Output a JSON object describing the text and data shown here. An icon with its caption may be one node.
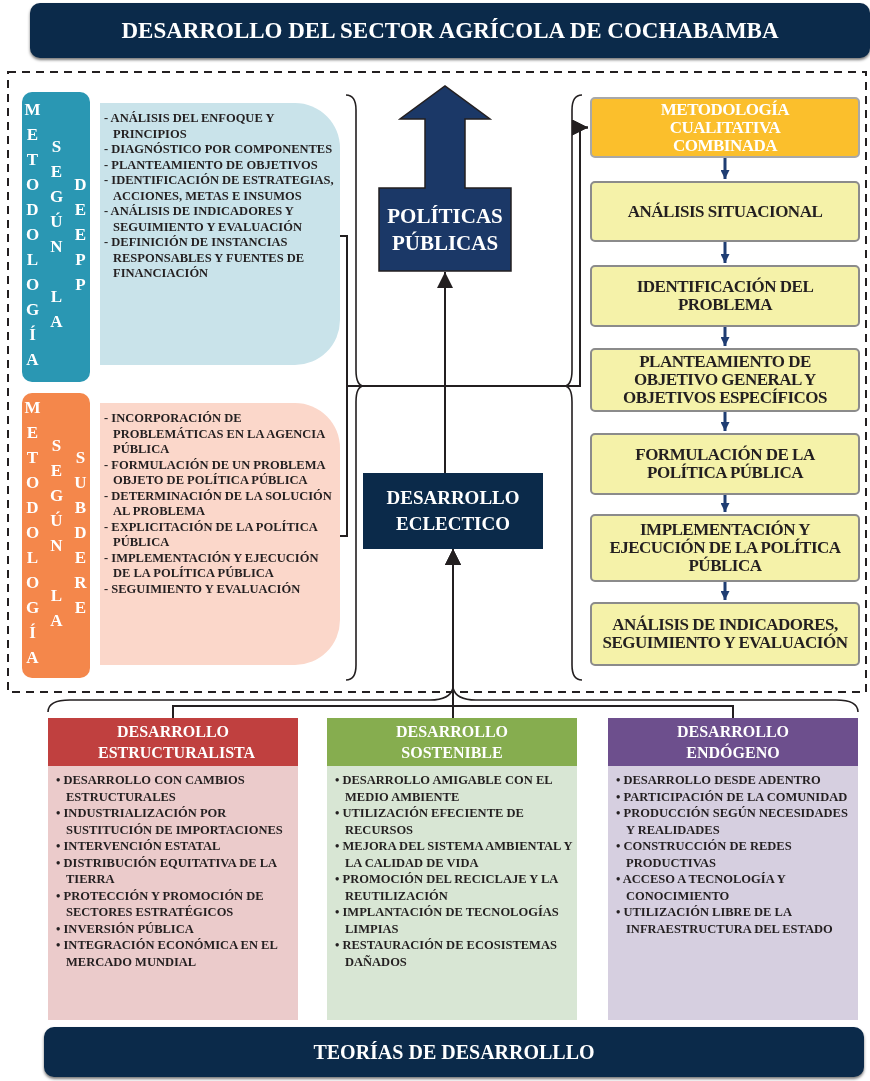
{
  "diagram": {
    "nodes": [
      {
        "text": [
          "DESARROLLO DEL SECTOR AGRÍCOLA DE COCHABAMBA"
        ]
      },
      {
        "text": [
          "METODOLOGÍA SEGÚN LA DEEPP"
        ]
      },
      {
        "text": [
          "- ANÁLISIS DEL ENFOQUE Y PRINCIPIOS",
          "- DIAGNÓSTICO POR COMPONENTES",
          "- PLANTEAMIENTO DE OBJETIVOS",
          "- IDENTIFICACIÓN DE ESTRATEGIAS, ACCIONES, METAS E INSUMOS",
          "- ANÁLISIS DE INDICADORES Y SEGUIMIENTO Y EVALUACIÓN",
          "- DEFINICIÓN DE INSTANCIAS RESPONSABLES Y FUENTES DE FINANCIACIÓN"
        ]
      },
      {
        "text": [
          "METODOLOGÍA SEGÚN LA SUBDERE"
        ]
      },
      {
        "text": [
          "- INCORPORACIÓN DE PROBLEMÁTICAS EN LA AGENCIA PÚBLICA",
          "- FORMULACIÓN DE UN PROBLEMA OBJETO DE POLÍTICA PÚBLICA",
          "- DETERMINACIÓN DE LA SOLUCIÓN AL PROBLEMA",
          "- EXPLICITACIÓN DE LA POLÍTICA PÚBLICA",
          "- IMPLEMENTACIÓN Y EJECUCIÓN DE LA POLÍTICA PÚBLICA",
          "- SEGUIMIENTO Y EVALUACIÓN"
        ]
      },
      {
        "text": [
          "POLÍTICAS PÚBLICAS"
        ]
      },
      {
        "text": [
          "DESARROLLO ECLECTICO"
        ]
      },
      {
        "text": [
          "METODOLOGÍA CUALITATIVA COMBINADA"
        ]
      },
      {
        "text": [
          "ANÁLISIS SITUACIONAL"
        ]
      },
      {
        "text": [
          "IDENTIFICACIÓN DEL PROBLEMA"
        ]
      },
      {
        "text": [
          "PLANTEAMIENTO DE OBJETIVO GENERAL Y OBJETIVOS ESPECÍFICOS"
        ]
      },
      {
        "text": [
          "FORMULACIÓN DE LA POLÍTICA PÚBLICA"
        ]
      },
      {
        "text": [
          "IMPLEMENTACIÓN Y EJECUCIÓN DE LA POLÍTICA PÚBLICA"
        ]
      },
      {
        "text": [
          "ANÁLISIS DE INDICADORES, SEGUIMIENTO Y EVALUACIÓN"
        ]
      },
      {
        "text": [
          "DESARROLLO ESTRUCTURALISTA",
          "• DESARROLLO CON CAMBIOS ESTRUCTURALES",
          "• INDUSTRIALIZACIÓN POR SUSTITUCIÓN DE IMPORTACIONES",
          "• INTERVENCIÓN ESTATAL",
          "• DISTRIBUCIÓN EQUITATIVA DE LA TIERRA",
          "• PROTECCIÓN Y PROMOCIÓN DE SECTORES ESTRATÉGICOS",
          "• INVERSIÓN PÚBLICA",
          "• INTEGRACIÓN ECONÓMICA EN EL MERCADO MUNDIAL"
        ]
      },
      {
        "text": [
          "DESARROLLO SOSTENIBLE",
          "• DESARROLLO AMIGABLE CON EL MEDIO AMBIENTE",
          "• UTILIZACIÓN EFECIENTE DE RECURSOS",
          "• MEJORA DEL SISTEMA AMBIENTAL Y LA CALIDAD DE VIDA",
          "• PROMOCIÓN DEL RECICLAJE Y LA REUTILIZACIÓN",
          "• IMPLANTACIÓN DE TECNOLOGÍAS LIMPIAS",
          "• RESTAURACIÓN DE ECOSISTEMAS DAÑADOS"
        ]
      },
      {
        "text": [
          "DESARROLLO ENDÓGENO",
          "• DESARROLLO DESDE ADENTRO",
          "• PARTICIPACIÓN DE LA COMUNIDAD",
          "• PRODUCCIÓN SEGÚN NECESIDADES Y REALIDADES",
          "• CONSTRUCCIÓN DE REDES PRODUCTIVAS",
          "• ACCESO A TECNOLOGÍA Y CONOCIMIENTO",
          "• UTILIZACIÓN LIBRE DE LA INFRAESTRUCTURA DEL ESTADO"
        ]
      },
      {
        "text": [
          "TEORÍAS DE DESARROLLLO"
        ]
      }
    ],
    "edges": [
      {
        "from": 2,
        "to": 7,
        "arrow": "to"
      },
      {
        "from": 4,
        "to": 7,
        "arrow": "to"
      },
      {
        "from": 7,
        "to": 8,
        "arrow": "to",
        "color": "#1f3d73"
      },
      {
        "from": 8,
        "to": 9,
        "arrow": "to",
        "color": "#1f3d73"
      },
      {
        "from": 9,
        "to": 10,
        "arrow": "to",
        "color": "#1f3d73"
      },
      {
        "from": 10,
        "to": 11,
        "arrow": "to",
        "color": "#1f3d73"
      },
      {
        "from": 11,
        "to": 12,
        "arrow": "to",
        "color": "#1f3d73"
      },
      {
        "from": 12,
        "to": 13,
        "arrow": "to",
        "color": "#1f3d73"
      },
      {
        "from": 14,
        "to": 6,
        "arrow": "to"
      },
      {
        "from": 15,
        "to": 6,
        "arrow": "to"
      },
      {
        "from": 16,
        "to": 6,
        "arrow": "to"
      },
      {
        "from": 6,
        "to": 5,
        "arrow": "to"
      }
    ]
  }
}
